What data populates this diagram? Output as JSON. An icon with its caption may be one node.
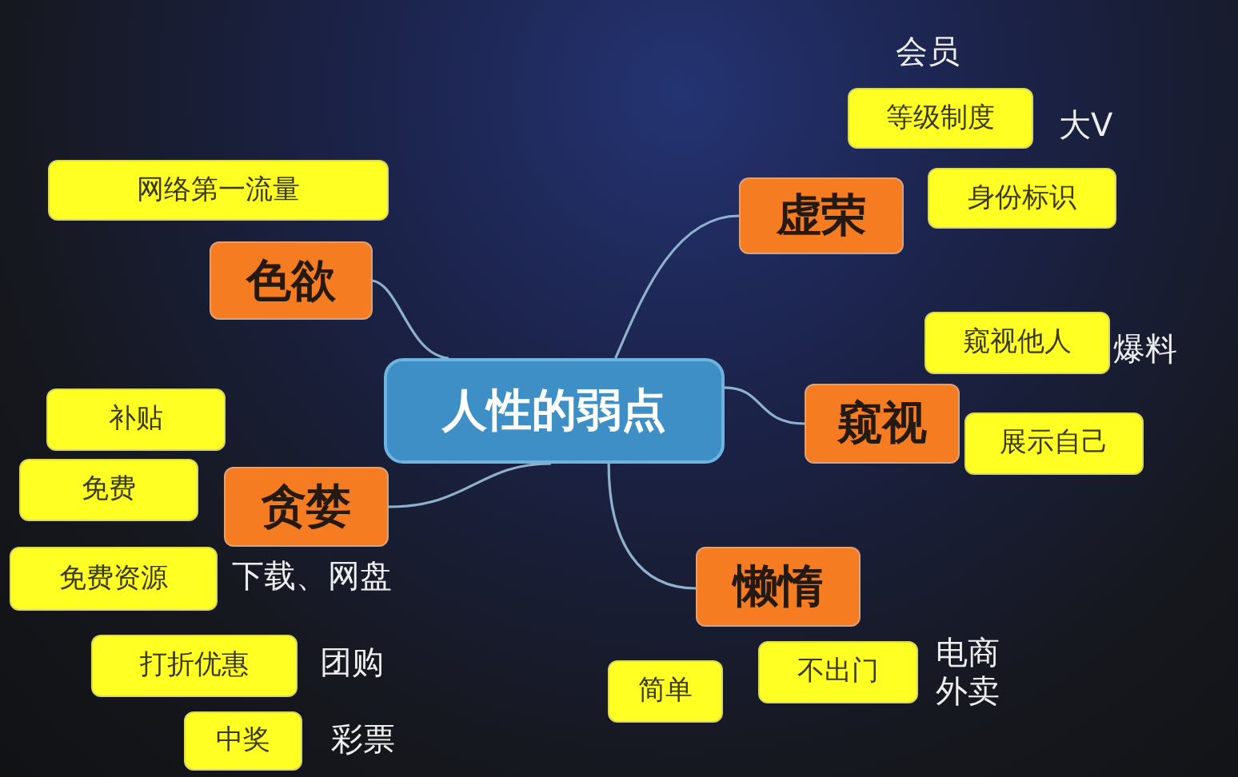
{
  "diagram": {
    "nodes": [
      {
        "text": [
          "人性的弱点"
        ]
      },
      {
        "text": [
          "色欲"
        ]
      },
      {
        "text": [
          "网络第一流量"
        ]
      },
      {
        "text": [
          "虚荣"
        ]
      },
      {
        "text": [
          "等级制度"
        ],
        "beside": [
          "会员",
          "大V"
        ]
      },
      {
        "text": [
          "身份标识"
        ]
      },
      {
        "text": [
          "窥视他人"
        ],
        "beside": [
          "爆料"
        ]
      },
      {
        "text": [
          "窥视"
        ]
      },
      {
        "text": [
          "展示自己"
        ]
      },
      {
        "text": [
          "贪婪"
        ]
      },
      {
        "text": [
          "补贴"
        ]
      },
      {
        "text": [
          "免费"
        ]
      },
      {
        "text": [
          "免费资源"
        ],
        "beside": [
          "下载、网盘"
        ]
      },
      {
        "text": [
          "打折优惠"
        ],
        "beside": [
          "团购"
        ]
      },
      {
        "text": [
          "中奖"
        ],
        "beside": [
          "彩票"
        ]
      },
      {
        "text": [
          "懒惰"
        ]
      },
      {
        "text": [
          "不出门"
        ],
        "beside": [
          "电商",
          "外卖"
        ]
      },
      {
        "text": [
          "简单"
        ]
      }
    ],
    "edges": [
      {
        "from": 0,
        "to": 1,
        "arrow": "none"
      },
      {
        "from": 0,
        "to": 3,
        "arrow": "none"
      },
      {
        "from": 0,
        "to": 7,
        "arrow": "none"
      },
      {
        "from": 0,
        "to": 9,
        "arrow": "none"
      },
      {
        "from": 0,
        "to": 15,
        "arrow": "none"
      }
    ]
  }
}
